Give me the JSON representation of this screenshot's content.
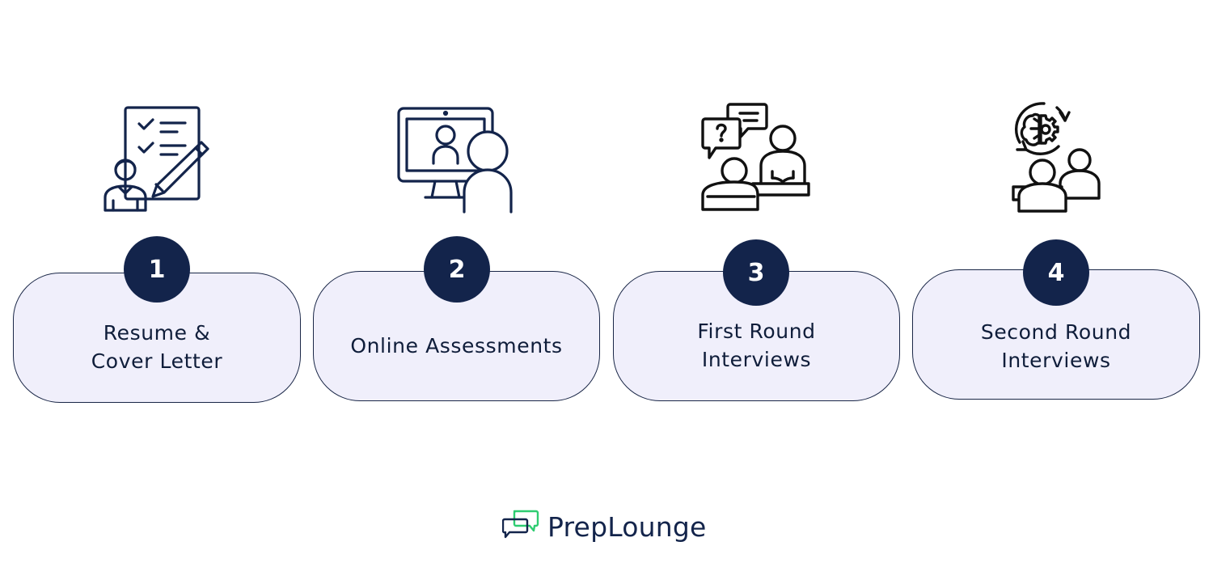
{
  "steps": [
    {
      "number": "1",
      "label": "Resume &\nCover Letter",
      "icon": "resume-checklist-icon"
    },
    {
      "number": "2",
      "label": "Online Assessments",
      "icon": "online-assessment-computer-icon"
    },
    {
      "number": "3",
      "label": "First Round\nInterviews",
      "icon": "interview-conversation-icon"
    },
    {
      "number": "4",
      "label": "Second Round\nInterviews",
      "icon": "panel-interview-brain-icon"
    }
  ],
  "brand": {
    "name": "PrepLounge",
    "icon": "chat-bubbles-logo-icon"
  },
  "colors": {
    "navy": "#13244b",
    "card_fill": "#f0effb",
    "card_border": "#1a2747",
    "logo_green": "#2ecc71",
    "icon_black": "#111111"
  }
}
